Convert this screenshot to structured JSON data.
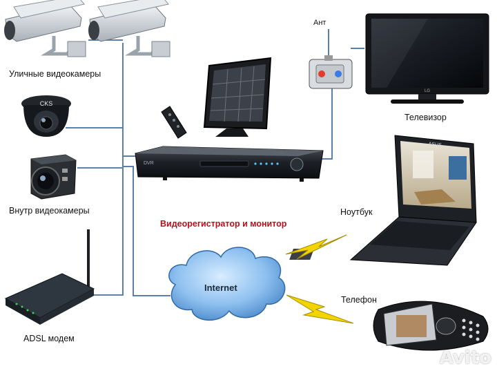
{
  "labels": {
    "street_cameras": "Уличные видеокамеры",
    "indoor_cameras": "Внутр видеокамеры",
    "adsl_modem": "ADSL модем",
    "dvr_monitor": "Видеорегистратор и монитор",
    "antenna": "Ант",
    "tv": "Телевизор",
    "laptop": "Ноутбук",
    "phone": "Телефон",
    "internet": "Internet"
  },
  "brand_marks": {
    "asus": "ASUS",
    "dvr": "DVR",
    "lg": "LG",
    "watermark": "Avito"
  },
  "colors": {
    "wire": "#5b7fa8",
    "label_accent": "#b3121a",
    "lightning": "#f2d400",
    "cloud": "#6fa8e0"
  }
}
